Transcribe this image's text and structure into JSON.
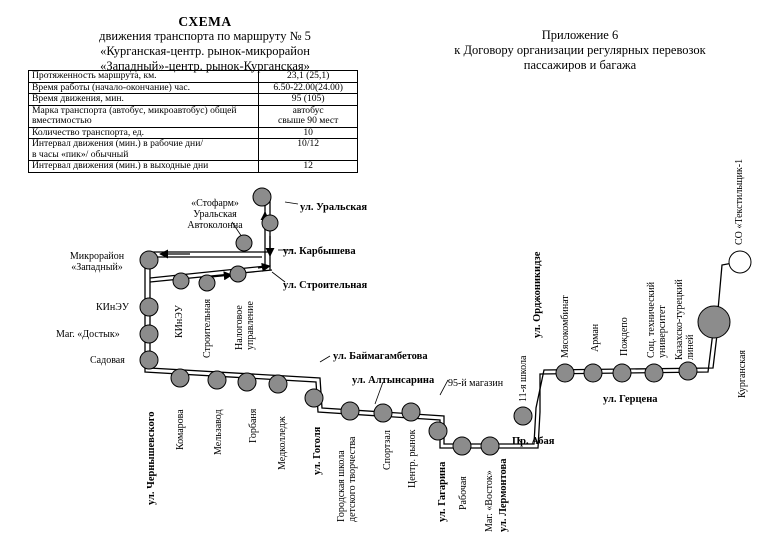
{
  "header": {
    "title": "СХЕМА",
    "line1": "движения транспорта по маршруту № 5",
    "line2": "«Курганская-центр. рынок-микрорайон",
    "line3": "«Западный»-центр. рынок-Курганская»"
  },
  "appendix": {
    "line1": "Приложение 6",
    "line2": "к Договору организации регулярных перевозок",
    "line3": "пассажиров и багажа"
  },
  "info_table": [
    {
      "label": "Протяженность маршрута, км.",
      "value": "23,1 (25,1)"
    },
    {
      "label": "Время работы (начало-окончание) час.",
      "value": "6.50-22.00(24.00)"
    },
    {
      "label": "Время движения, мин.",
      "value": "95 (105)"
    },
    {
      "label": "Марка транспорта (автобус, микроавтобус) общей\nвместимостью",
      "value": "автобус\nсвыше 90 мест"
    },
    {
      "label": "Количество транспорта, ед.",
      "value": "10"
    },
    {
      "label": "Интервал движения (мин.) в рабочие дни/\n                         в часы «пик»/ обычный",
      "value": "10/12"
    },
    {
      "label": "Интервал движения (мин.) в выходные дни",
      "value": "12"
    }
  ],
  "streets": {
    "uralskaya": "ул. Уральская",
    "karbysheva": "ул. Карбышева",
    "stroitelnaya": "ул. Строительная",
    "baimagambetova": "ул. Баймагамбетова",
    "altynsarina": "ул. Алтынсарина",
    "chernyshevskogo": "ул. Чернышевского",
    "gogolya": "ул. Гоголя",
    "gagarina": "ул. Гагарина",
    "lermontova": "ул. Лермонтова",
    "ordzhonikidze": "ул. Орджоникидзе",
    "gertsena": "ул. Герцена",
    "pr_abaya": "Пр. Абая"
  },
  "stops": {
    "stofarm": "«Стофарм»\nУральская\nАвтоколонна",
    "zapadny": "Микрорайон\n«Западный»",
    "kineu_left": "КИнЭУ",
    "dostyk": "Маг. «Достык»",
    "sadovaya": "Садовая",
    "kineu_rot": "КИнЭУ",
    "stroitelnaya_stop": "Строительная",
    "nalogovoe": "Налоговое\nуправление",
    "komarova": "Комарова",
    "melzavod": "Мельзавод",
    "gorbanya": "Горбаня",
    "medkolledzh": "Медколледж",
    "gorodskaya_shkola": "Городская школа\nдетского творчества",
    "sportzal": "Спортзал",
    "tsentr_rynok": "Центр. рынок",
    "rabochaya": "Рабочая",
    "mag_vostok": "Маг. «Восток»",
    "magazin95": "95-й магазин",
    "shkola11": "11-я школа",
    "myasokombinat": "Мясокомбинат",
    "arman": "Арман",
    "pozhdepo": "Пождепо",
    "sots_univ": "Соц. технический\nуниверситет",
    "kaz_tur": "Казахско-турецкий\nлиней",
    "kurganskaya": "Курганская",
    "tekstilshchik": "СО «Текстильщик-1"
  }
}
